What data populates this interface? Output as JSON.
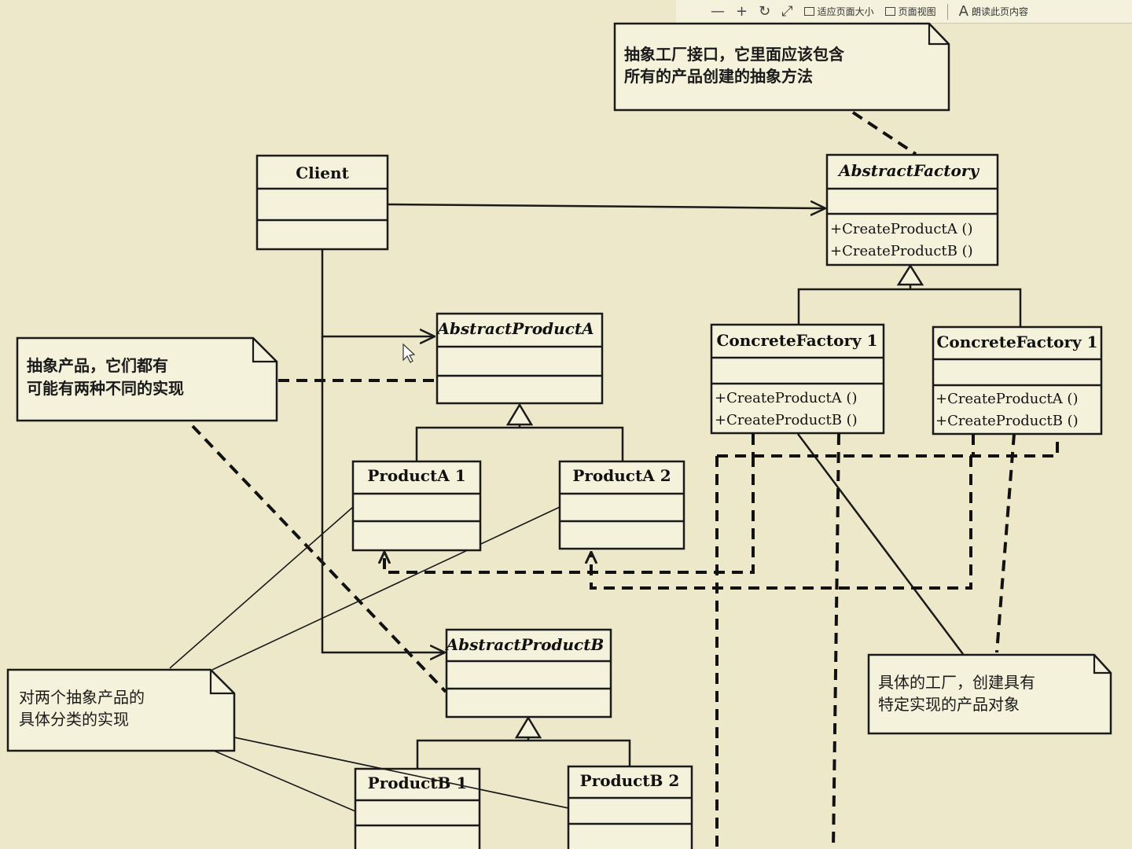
{
  "toolbar": {
    "zoom_out": "—",
    "zoom_in": "+",
    "fit_page_label": "适应页面大小",
    "page_view_label": "页面视图",
    "read_aloud_prefix": "A",
    "read_aloud_label": "朗读此页内容"
  },
  "classes": {
    "client": "Client",
    "abstract_factory": "AbstractFactory",
    "concrete_factory_1": "ConcreteFactory 1",
    "concrete_factory_2": "ConcreteFactory 1",
    "abstract_product_a": "AbstractProductA",
    "abstract_product_b": "AbstractProductB",
    "product_a1": "ProductA 1",
    "product_a2": "ProductA 2",
    "product_b1": "ProductB 1",
    "product_b2": "ProductB 2"
  },
  "operations": {
    "create_a": "+CreateProductA ()",
    "create_b": "+CreateProductB ()"
  },
  "notes": {
    "factory_interface": [
      "抽象工厂接口，它里面应该包含",
      "所有的产品创建的抽象方法"
    ],
    "abstract_products": [
      "抽象产品，它们都有",
      "可能有两种不同的实现"
    ],
    "concrete_impl": [
      "对两个抽象产品的",
      "具体分类的实现"
    ],
    "concrete_factory": [
      "具体的工厂，创建具有",
      "特定实现的产品对象"
    ]
  }
}
